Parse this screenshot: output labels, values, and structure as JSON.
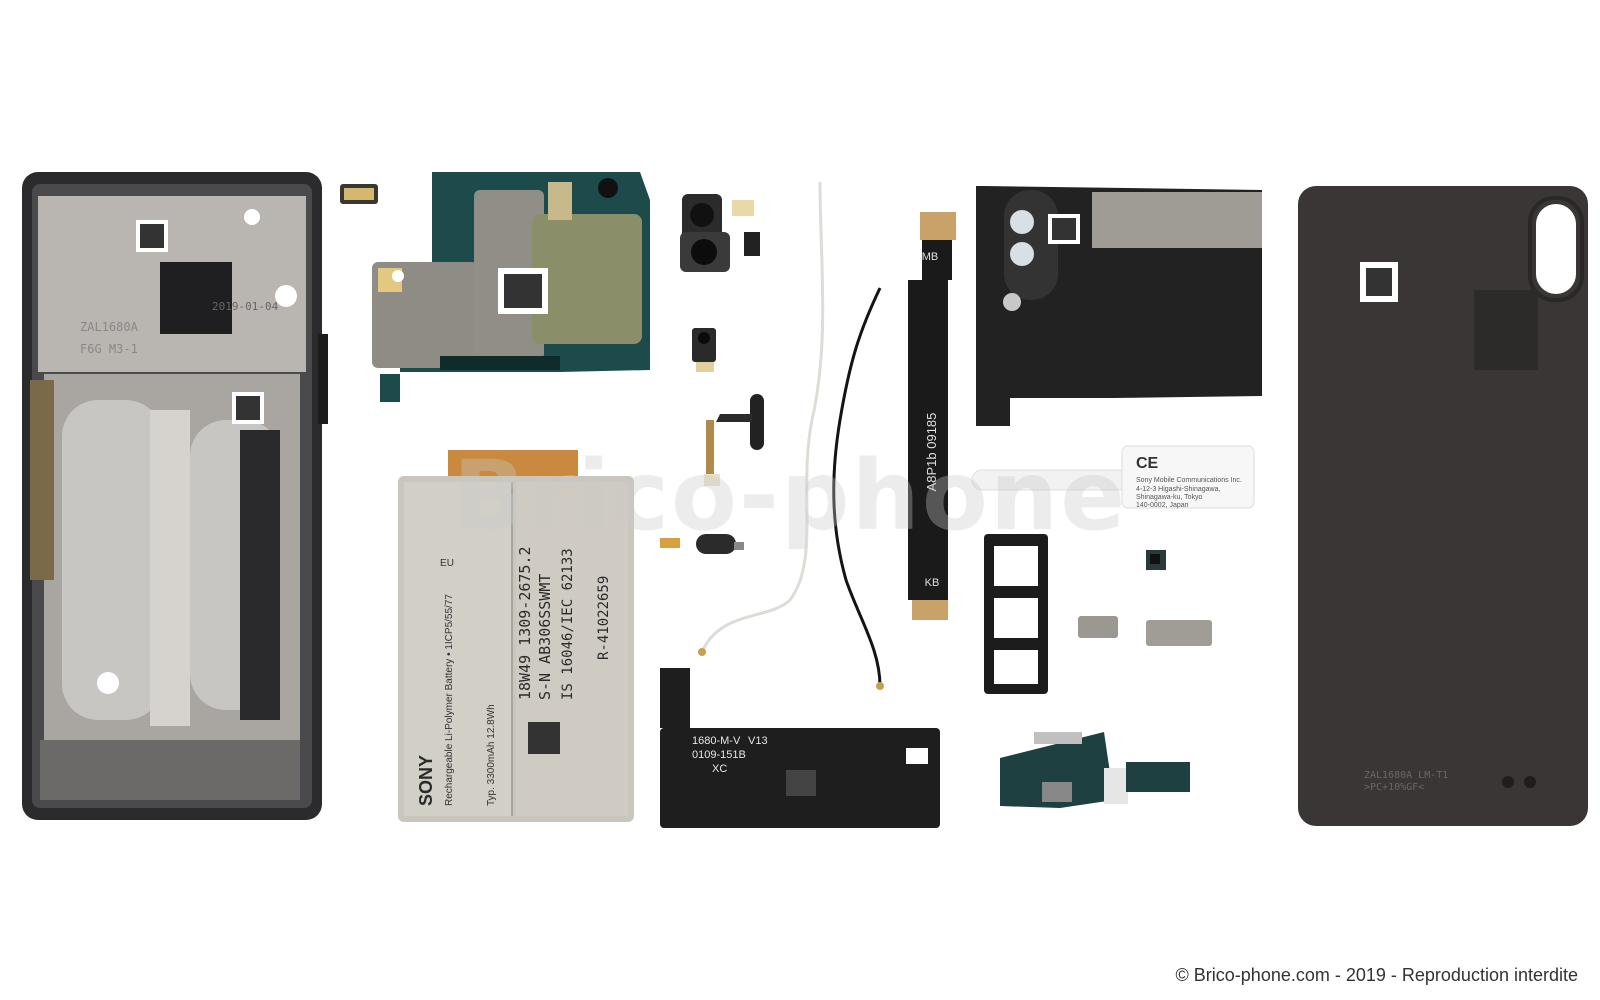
{
  "watermark": "Brico-phone",
  "footer": {
    "copyright": "© Brico-phone.com - 2019 - Reproduction interdite"
  },
  "frame": {
    "date_stamp": "2019-01-04",
    "mold_code": "ZAL1680A",
    "mold_code_2": "F6G  M3-1"
  },
  "battery": {
    "brand": "SONY",
    "type_line": "Rechargeable Li-Polymer Battery • 1ICP5/55/77",
    "spec_line": "Typ. 3300mAh 12.8Wh",
    "model": "18W49 1309-2675.2",
    "serial": "S-N AB306SSWMT",
    "standard": "IS 16046/IEC 62133",
    "reg": "R-41022659",
    "eu": "EU"
  },
  "flex_cable": {
    "top_label": "MB",
    "middle_label": "A8P1b 09185",
    "bottom_label": "KB"
  },
  "loudspeaker": {
    "line1": "1680-M-V",
    "line2": "0109-151B",
    "line3": "XC",
    "line4": "V13"
  },
  "sim_tag": {
    "marks": "CE",
    "company": "Sony Mobile Communications Inc.",
    "addr1": "4-12-3 Higashi-Shinagawa,",
    "addr2": "Shinagawa-ku, Tokyo",
    "addr3": "140-0002, Japan"
  },
  "back_cover": {
    "code": "ZAL1680A  LM-T1",
    "code2": ">PC+10%GF<"
  },
  "colors": {
    "frame": "#2b2b2e",
    "frame_inner": "#b9b6b1",
    "board": "#1d4a4a",
    "shield": "#8f8c86",
    "battery": "#c9c6bd",
    "flex": "#1a1a1a",
    "back": "#3a3636"
  }
}
